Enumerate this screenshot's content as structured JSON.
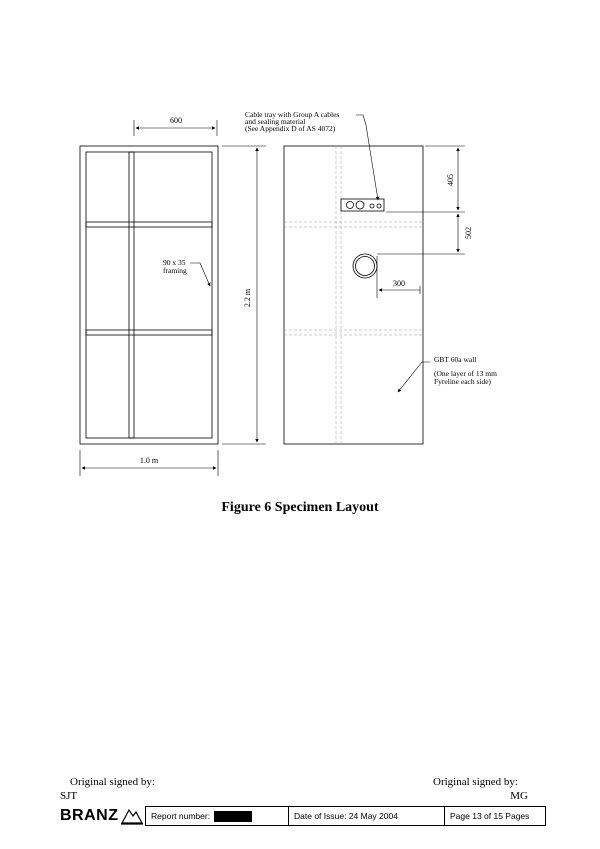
{
  "figure": {
    "dim_width_top": "600",
    "dim_width_bottom": "1.0 m",
    "dim_height": "2.2 m",
    "dim_405": "405",
    "dim_502": "502",
    "dim_300": "300",
    "framing_label_1": "90 x 35",
    "framing_label_2": "framing",
    "cable_note_1": "Cable tray with Group A cables",
    "cable_note_2": "and sealing material",
    "cable_note_3": "(See Appendix D of AS 4072)",
    "wall_note_1": "GBT 60a wall",
    "wall_note_2": "(One layer of 13 mm",
    "wall_note_3": "Fyreline each side)",
    "caption": "Figure 6  Specimen Layout"
  },
  "signatures": {
    "left_label": "Original signed by:",
    "left_name": "SJT",
    "right_label": "Original signed by:",
    "right_name": "MG"
  },
  "footer": {
    "logo_text": "BRANZ",
    "report_label": "Report number:",
    "date_label": "Date of Issue: 24 May 2004",
    "page_label": "Page 13 of 15 Pages"
  }
}
